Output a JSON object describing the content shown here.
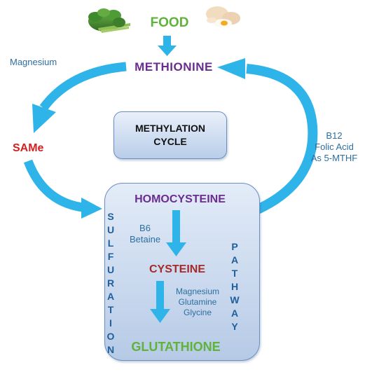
{
  "diagram": {
    "nodes": {
      "food": "FOOD",
      "methionine": "METHIONINE",
      "same": "SAMe",
      "homocysteine": "HOMOCYSTEINE",
      "cysteine": "CYSTEINE",
      "glutathione": "GLUTATHIONE"
    },
    "cycle_box": {
      "line1": "METHYLATION",
      "line2": "CYCLE"
    },
    "notes": {
      "magnesium_top": "Magnesium",
      "b12": "B12",
      "folic_acid": "Folic Acid",
      "as_5mthf": "As 5-MTHF",
      "b6": "B6",
      "betaine": "Betaine",
      "magnesium_low": "Magnesium",
      "glutamine": "Glutamine",
      "glycine": "Glycine"
    },
    "vertical_labels": {
      "left": [
        "S",
        "U",
        "L",
        "F",
        "U",
        "R",
        "A",
        "T",
        "I",
        "O",
        "N"
      ],
      "right": [
        "P",
        "A",
        "T",
        "H",
        "W",
        "A",
        "Y"
      ]
    },
    "images": [
      "vegetables-photo",
      "eggs-photo"
    ],
    "colors": {
      "arrow": "#2fb4e9",
      "food": "#5fb33a",
      "methionine": "#6a2d8f",
      "same": "#d42020",
      "homocysteine": "#6a2d8f",
      "cysteine": "#a52a2a",
      "glutathione": "#5fb33a",
      "note": "#2c6f9e",
      "pathway_text": "#1f5f9c"
    }
  }
}
